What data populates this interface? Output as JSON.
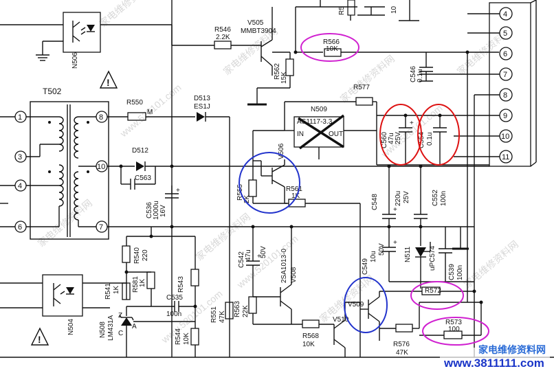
{
  "labels": {
    "t502": "T502",
    "n506": "N506",
    "n504": "N504",
    "r546_name": "R546",
    "r546_val": "2.2K",
    "v505_name": "V505",
    "v505_type": "MMBT3904",
    "r566_name": "R566",
    "r566_val": "10K",
    "r562_name": "R562",
    "r562_val": "15K",
    "c546_name": "C546",
    "c546_val": "0.1u",
    "r550": "R550",
    "m": "M",
    "d513_name": "D513",
    "d513_type": "ES1J",
    "r577": "R577",
    "n509": "N509",
    "n509_part": "AS1117-3.3",
    "in": "IN",
    "out": "OUT",
    "c560_name": "C560",
    "c560_v1": "47u",
    "c560_v2": "25V",
    "c554_name": "C554",
    "c554_val": "0.1u",
    "d512": "D512",
    "c563": "C563",
    "c536_name": "C536",
    "c536_v1": "1000u",
    "c536_v2": "16V",
    "v506": "V506",
    "r555_name": "R555",
    "r555_val": "2K",
    "r561_name": "R561",
    "r561_val": "1K",
    "c548_name": "C548",
    "c548_v1": "220u",
    "c548_v2": "25V",
    "c552_name": "C552",
    "c552_val": "100n",
    "c542_name": "C542",
    "c542_v1": "47u",
    "c542_v2": "50V",
    "v508_type": "2SA1013-0",
    "v508_name": "V508",
    "c549_name": "C549",
    "c549_v1": "10u",
    "c549_v2": "50V",
    "n511": "N511",
    "upc574": "uPC574",
    "c539_name": "C539",
    "c539_val": "100n",
    "r540_name": "R540",
    "r540_val": "220",
    "r541_name": "R541",
    "r541_val": "1K",
    "r581_name": "R581",
    "r581_val": "1K",
    "r543": "R543",
    "c535_name": "C535",
    "c535_val": "100n",
    "r551_name": "R551",
    "r551_val": "47K",
    "r563_name": "R563",
    "r563_val": "22K",
    "v509": "V509",
    "r572": "R572",
    "n508": "N508",
    "lm431": "LM431A",
    "ref_c": "C",
    "ref_a": "A",
    "ref_z": "Z",
    "r544_name": "R544",
    "r544_val": "10K",
    "v510": "V510",
    "r568_name": "R568",
    "r568_val": "10K",
    "r576_name": "R576",
    "r576_val": "47K",
    "r573_name": "R573",
    "r573_val": "100",
    "r5_name": "R5",
    "top_val": "10"
  },
  "t502_pins": [
    "1",
    "3",
    "4",
    "6",
    "8",
    "10",
    "7"
  ],
  "connector_pins": [
    "4",
    "5",
    "6",
    "7",
    "8",
    "9",
    "10",
    "11"
  ],
  "watermarks": [
    "家电维修资料网",
    "www.520101.com"
  ],
  "footer": {
    "url": "www.3811111.com",
    "cn": "家电维修资料网"
  },
  "colors": {
    "line": "#111111",
    "blue_circle": "#2233cc",
    "red_circle": "#dd1111",
    "magenta_circle": "#d020d0",
    "footer": "#1a35c8"
  }
}
